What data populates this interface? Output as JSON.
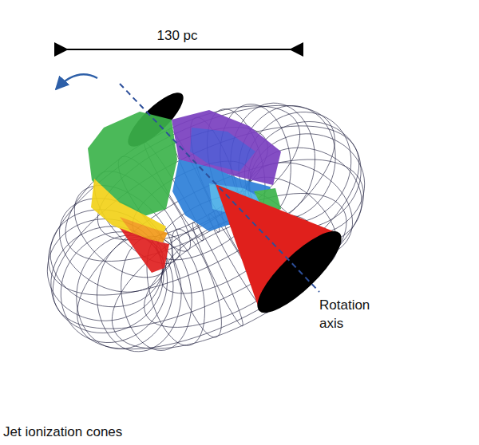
{
  "diagram": {
    "labels": [
      "130 pc",
      "Rotation axis",
      "Jet ionization cones"
    ]
  }
}
